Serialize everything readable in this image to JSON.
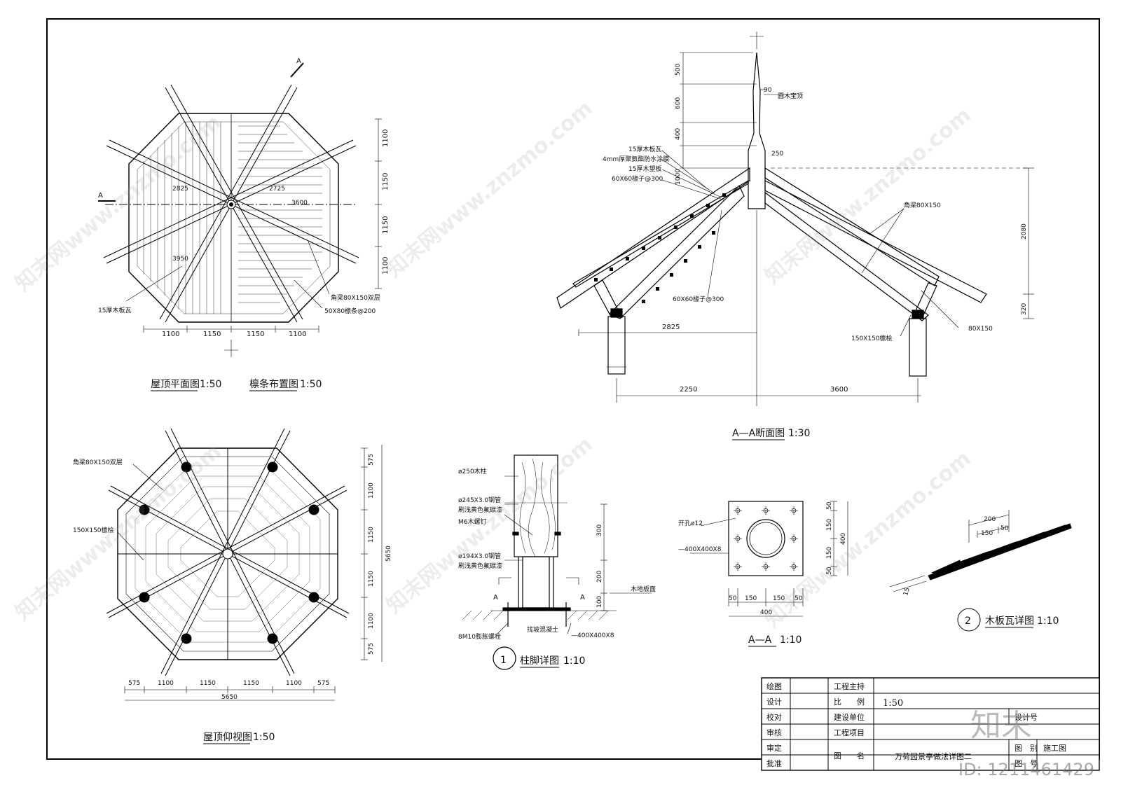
{
  "plan": {
    "title": "屋顶平面图",
    "scale": "1:50",
    "title2": "檩条布置图",
    "scale2": "1:50",
    "section_mark": "A",
    "dims_bottom": [
      "1100",
      "1150",
      "1150",
      "1100"
    ],
    "dims_right": [
      "1100",
      "1150",
      "1150",
      "1100"
    ],
    "dim_2825": "2825",
    "dim_2725": "2725",
    "dim_3600": "3600",
    "dim_3950": "3950",
    "note_board": "15厚木板瓦",
    "note_rafter": "角梁80X150双层",
    "note_purlin": "50X80檩条@200"
  },
  "reflected": {
    "title": "屋顶仰视图",
    "scale": "1:50",
    "dims_bottom": [
      "575",
      "1100",
      "1150",
      "1150",
      "1100",
      "575"
    ],
    "dims_right": [
      "575",
      "1100",
      "1150",
      "1150",
      "1100",
      "575"
    ],
    "total": "5650",
    "note_beam": "角梁80X150双层",
    "note_column": "150X150檩桧"
  },
  "section": {
    "title": "A—A断面图",
    "scale": "1:30",
    "dims_left": [
      "500",
      "600",
      "400",
      "1000"
    ],
    "dims_right": [
      "2080",
      "320"
    ],
    "dims_bottom": [
      "2250",
      "3600"
    ],
    "dim_2825": "2825",
    "dim_90": "90",
    "dim_250": "250",
    "note_finial": "圆木宝顶",
    "layers": [
      "15厚木板瓦",
      "4mm厚聚氨酯防水涂膜",
      "15厚木望板",
      "60X60椽子@300"
    ],
    "note_rafter_bottom": "60X60椽子@300",
    "note_beam": "角梁80X150",
    "note_ring": "150X150檩桧",
    "note_brace": "80X150"
  },
  "column_detail": {
    "number": "1",
    "title": "柱脚详图",
    "scale": "1:10",
    "notes": [
      "ø250木柱",
      "ø245X3.0钢管",
      "刷浅黄色氟碳漆",
      "M6木螺钉",
      "ø194X3.0钢管",
      "刷浅黄色氟碳漆",
      "8M10膨胀螺栓"
    ],
    "dims": [
      "300",
      "200",
      "100"
    ],
    "note_floor": "木地板面",
    "note_concrete": "找坡混凝土",
    "note_plate": "—400X400X8",
    "cut": "A"
  },
  "plate_detail": {
    "title": "A—A",
    "scale": "1:10",
    "note_hole": "开孔ø12",
    "note_plate": "—400X400X8",
    "dims_bottom": [
      "50",
      "150",
      "150",
      "50"
    ],
    "total_bottom": "400",
    "dims_right": [
      "50",
      "150",
      "150",
      "50"
    ],
    "total_right": "400"
  },
  "tile_detail": {
    "number": "2",
    "title": "木板瓦详图",
    "scale": "1:10",
    "dims": [
      "200",
      "150",
      "50",
      "15"
    ]
  },
  "title_block": {
    "labels": [
      "绘图",
      "设计",
      "校对",
      "审核",
      "审定",
      "批准"
    ],
    "mid_labels": [
      "工程主持",
      "比　　例",
      "建设单位",
      "工程项目",
      "图　　名"
    ],
    "scale": "1:50",
    "drawing_name": "万荷园景亭做法详图二",
    "design_no_label": "设计号",
    "sheet_no_label": "图　号",
    "category_label": "图　别",
    "category": "施工图",
    "sheet_label": "图　号"
  },
  "watermark": {
    "text": "知末网www.znzmo.com",
    "brand": "知末",
    "id": "ID: 1211461429"
  }
}
